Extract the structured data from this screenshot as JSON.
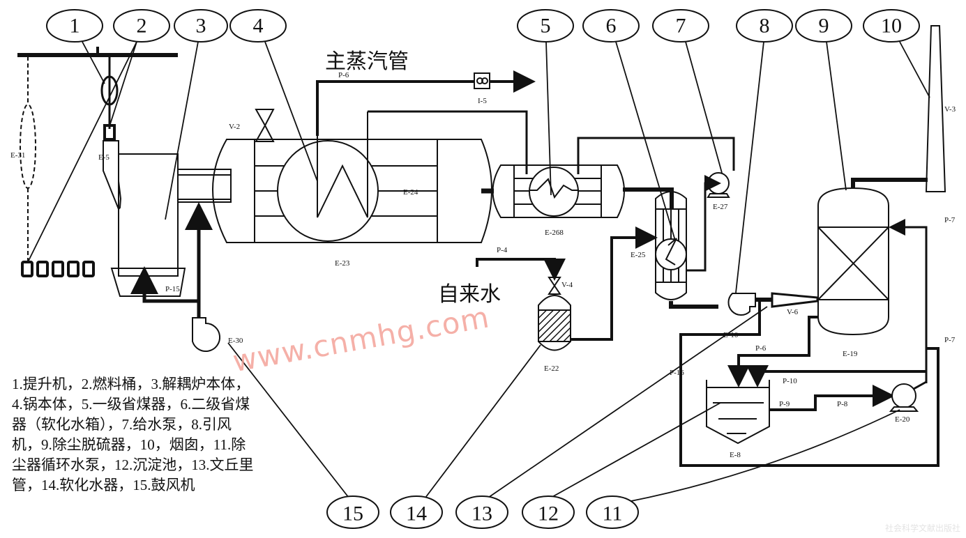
{
  "titles": {
    "main_steam_pipe": "主蒸汽管",
    "tap_water": "自来水"
  },
  "callouts": [
    "1",
    "2",
    "3",
    "4",
    "5",
    "6",
    "7",
    "8",
    "9",
    "10",
    "11",
    "12",
    "13",
    "14",
    "15"
  ],
  "equipment_labels": {
    "e31": "E-31",
    "e5": "E-5",
    "v2": "V-2",
    "p6_top": "P-6",
    "i5": "I-5",
    "e24": "E-24",
    "e23": "E-23",
    "e268": "E-268",
    "e27": "E-27",
    "e25": "E-25",
    "p4": "P-4",
    "v4": "V-4",
    "e22": "E-22",
    "p15": "P-15",
    "e30": "E-30",
    "v3": "V-3",
    "p7_top": "P-7",
    "p7_bottom": "P-7",
    "e19": "E-19",
    "e10": "E-10",
    "v6": "V-6",
    "p6_bottom": "P-6",
    "p16": "P-16",
    "p10": "P-10",
    "p9": "P-9",
    "p8": "P-8",
    "e20": "E-20",
    "e8": "E-8"
  },
  "legend": [
    "1.提升机，",
    "2.燃料桶，",
    "3.解耦炉本体，",
    "4.锅本体，",
    "5.一级省煤器，",
    "6.二级省煤器（软化水箱），",
    "7.给水泵，",
    "8.引风机，",
    "9.除尘脱硫器，",
    "10，烟囱，",
    "11.除尘器循环水泵，",
    "12.沉淀池，",
    "13.文丘里管，",
    "14.软化水器，",
    "15.鼓风机"
  ],
  "watermark": "www.cnmhg.com",
  "publisher": "社会科学文献出版社",
  "colors": {
    "line": "#111111",
    "watermark": "#f4a39a"
  }
}
